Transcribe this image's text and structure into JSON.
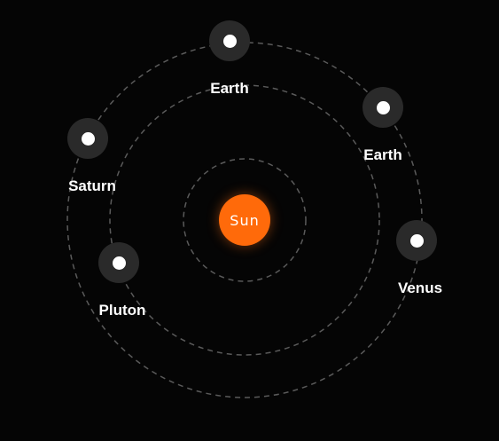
{
  "colors": {
    "background": "#050505",
    "sun": "#ff6a0a",
    "planet_halo": "#2a2a2a",
    "planet_dot": "#ffffff",
    "orbit_stroke": "#5a5a5a"
  },
  "sun": {
    "label": "Sun"
  },
  "planets": [
    {
      "id": "earth-top",
      "label": "Earth",
      "icon": "planet-dot"
    },
    {
      "id": "earth-right",
      "label": "Earth",
      "icon": "planet-dot"
    },
    {
      "id": "saturn",
      "label": "Saturn",
      "icon": "planet-dot"
    },
    {
      "id": "venus",
      "label": "Venus",
      "icon": "planet-dot"
    },
    {
      "id": "pluton",
      "label": "Pluton",
      "icon": "planet-dot"
    }
  ]
}
